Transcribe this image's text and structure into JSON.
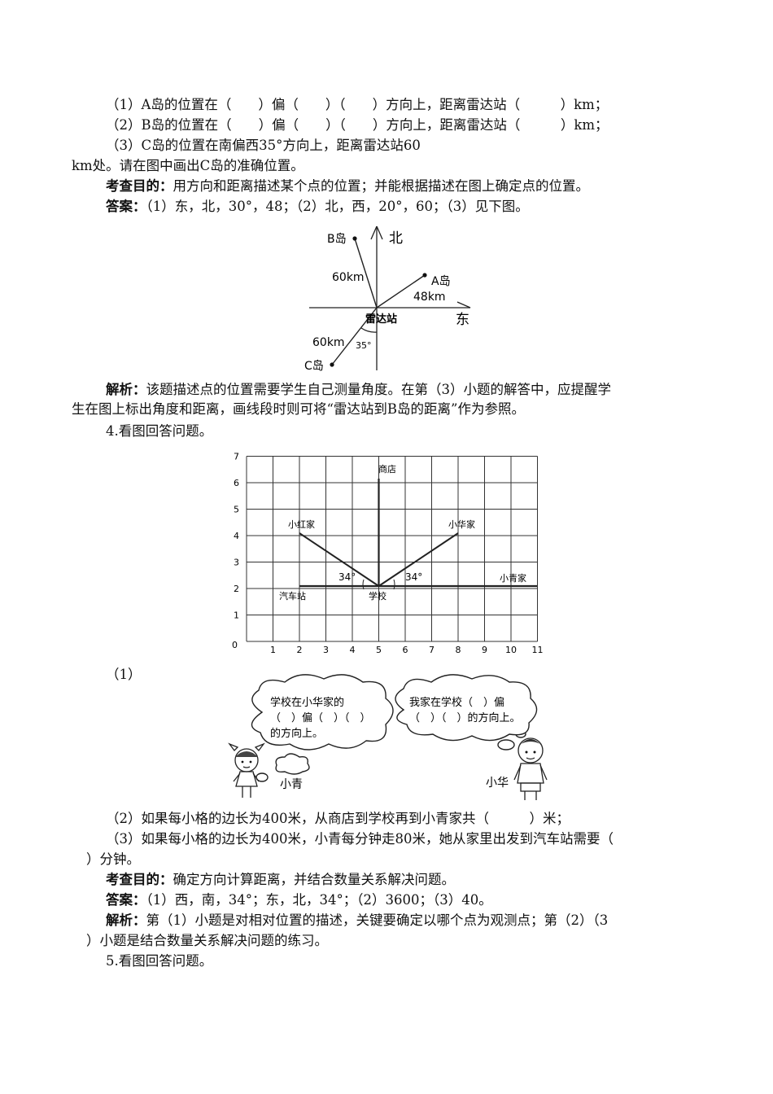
{
  "q3": {
    "line1": "（1）A岛的位置在（　　）偏（　　）（　　）方向上，距离雷达站（　　　）km；",
    "line2": "（2）B岛的位置在（　　）偏（　　）（　　）方向上，距离雷达站（　　　）km；",
    "line3": "（3）C岛的位置在南偏西35°方向上，距离雷达站60",
    "line4": "km处。请在图中画出C岛的准确位置。",
    "purpose_label": "考查目的：",
    "purpose_text": "用方向和距离描述某个点的位置；并能根据描述在图上确定点的位置。",
    "answer_label": "答案：",
    "answer_text": "（1）东，北，30°，48；（2）北，西，20°，60；（3）见下图。",
    "analysis_label": "解析：",
    "analysis_line1": "该题描述点的位置需要学生自己测量角度。在第（3）小题的解答中，应提醒学",
    "analysis_line2": "生在图上标出角度和距离，画线段时则可将“雷达站到B岛的距离”作为参照。"
  },
  "radar_diagram": {
    "north": "北",
    "east": "东",
    "center": "雷达站",
    "island_a": "A岛",
    "island_b": "B岛",
    "island_c": "C岛",
    "dist_a": "48km",
    "dist_b": "60km",
    "dist_c": "60km",
    "angle_c": "35°"
  },
  "q4": {
    "title": "4.看图回答问题。",
    "sub1": "（1）",
    "cloud_left": [
      "学校在小华家的",
      "（　）偏（　）（　）",
      "的方向上。"
    ],
    "cloud_right": [
      "我家在学校（　）偏",
      "（　）（　）的方向上。"
    ],
    "girl_name": "小青",
    "boy_name": "小华",
    "sub2": "（2）如果每小格的边长为400米，从商店到学校再到小青家共（　　　）米；",
    "sub3_line1": "（3）如果每小格的边长为400米，小青每分钟走80米，她从家里出发到汽车站需要（",
    "sub3_line2": "）分钟。",
    "purpose_label": "考查目的：",
    "purpose_text": "确定方向计算距离，并结合数量关系解决问题。",
    "answer_label": "答案：",
    "answer_text": "（1）西，南，34°；东，北，34°；（2）3600；（3）40。",
    "analysis_label": "解析：",
    "analysis_line1": "第（1）小题是对相对位置的描述，关键要确定以哪个点为观测点；第（2）（3",
    "analysis_line2": "）小题是结合数量关系解决问题的练习。"
  },
  "grid_map": {
    "x_ticks": [
      "0",
      "1",
      "2",
      "3",
      "4",
      "5",
      "6",
      "7",
      "8",
      "9",
      "10",
      "11"
    ],
    "y_ticks": [
      "1",
      "2",
      "3",
      "4",
      "5",
      "6",
      "7"
    ],
    "shop": "商店",
    "xiaohong_home": "小红家",
    "xiaohua_home": "小华家",
    "xiaoqing_home": "小青家",
    "bus_station": "汽车站",
    "school": "学校",
    "angle_left": "34°",
    "angle_right": "34°"
  },
  "q5": {
    "title": "5.看图回答问题。"
  }
}
